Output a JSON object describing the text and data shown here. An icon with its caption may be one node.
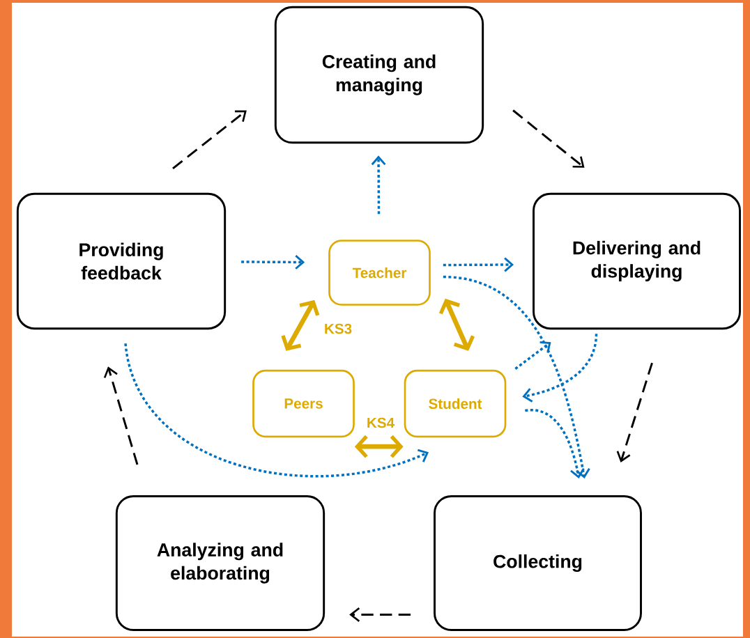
{
  "diagram": {
    "nodes": [
      {
        "text": [
          "Creating and managing"
        ]
      },
      {
        "text": [
          "Delivering and displaying"
        ]
      },
      {
        "text": [
          "Collecting"
        ]
      },
      {
        "text": [
          "Analyzing and elaborating"
        ]
      },
      {
        "text": [
          "Providing feedback"
        ]
      },
      {
        "text": [
          "Teacher"
        ]
      },
      {
        "text": [
          "Peers"
        ]
      },
      {
        "text": [
          "Student"
        ]
      }
    ],
    "edges": [
      {
        "from": 0,
        "to": 1,
        "arrow": "to",
        "style": "dashed",
        "color": "#000000"
      },
      {
        "from": 1,
        "to": 2,
        "arrow": "to",
        "style": "dashed",
        "color": "#000000"
      },
      {
        "from": 2,
        "to": 3,
        "arrow": "to",
        "style": "dashed",
        "color": "#000000"
      },
      {
        "from": 3,
        "to": 4,
        "arrow": "to",
        "style": "dashed",
        "color": "#000000"
      },
      {
        "from": 4,
        "to": 0,
        "arrow": "to",
        "style": "dashed",
        "color": "#000000"
      },
      {
        "from": 5,
        "to": 0,
        "arrow": "to",
        "style": "dashed",
        "color": "#0070c0"
      },
      {
        "from": 4,
        "to": 5,
        "arrow": "to",
        "style": "dashed",
        "color": "#0070c0"
      },
      {
        "from": 5,
        "to": 1,
        "arrow": "to",
        "style": "dashed",
        "color": "#0070c0"
      },
      {
        "from": 5,
        "to": 2,
        "arrow": "to",
        "style": "dashed",
        "color": "#0070c0"
      },
      {
        "from": 1,
        "to": 7,
        "arrow": "to",
        "style": "dashed",
        "color": "#0070c0"
      },
      {
        "from": 7,
        "to": 1,
        "arrow": "to",
        "style": "dashed",
        "color": "#0070c0"
      },
      {
        "from": 7,
        "to": 2,
        "arrow": "to",
        "style": "dashed",
        "color": "#0070c0"
      },
      {
        "from": 4,
        "to": 7,
        "arrow": "to",
        "style": "dashed",
        "color": "#0070c0"
      },
      {
        "from": 5,
        "to": 6,
        "arrow": "both",
        "style": "thick",
        "color": "#dcaa00",
        "label": "KS3"
      },
      {
        "from": 5,
        "to": 7,
        "arrow": "both",
        "style": "thick",
        "color": "#dcaa00"
      },
      {
        "from": 6,
        "to": 7,
        "arrow": "both",
        "style": "thick",
        "color": "#dcaa00",
        "label": "KS4"
      }
    ]
  }
}
